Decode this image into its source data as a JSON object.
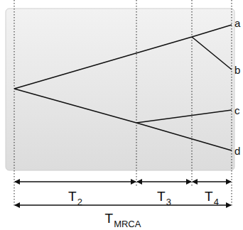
{
  "diagram": {
    "labels": [
      "a",
      "b",
      "c",
      "d",
      "T",
      "2",
      "T",
      "3",
      "T",
      "4",
      "T",
      "MRCA"
    ]
  }
}
